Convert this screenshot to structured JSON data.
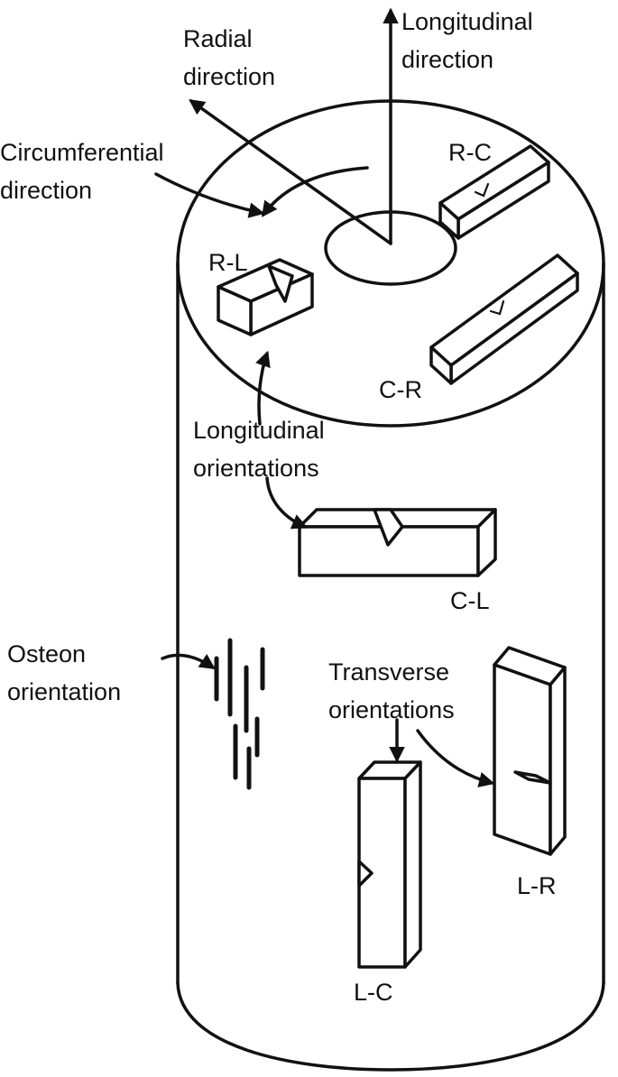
{
  "labels": {
    "longitudinal_direction": [
      "Longitudinal",
      "direction"
    ],
    "radial_direction": [
      "Radial",
      "direction"
    ],
    "circumferential_direction": [
      "Circumferential",
      "direction"
    ],
    "longitudinal_orientations": [
      "Longitudinal",
      "orientations"
    ],
    "transverse_orientations": [
      "Transverse",
      "orientations"
    ],
    "osteon_orientation": [
      "Osteon",
      "orientation"
    ]
  },
  "specimens": {
    "rc": "R-C",
    "rl": "R-L",
    "cr": "C-R",
    "cl": "C-L",
    "lc": "L-C",
    "lr": "L-R"
  },
  "colors": {
    "stroke": "#111111",
    "background": "#ffffff"
  }
}
